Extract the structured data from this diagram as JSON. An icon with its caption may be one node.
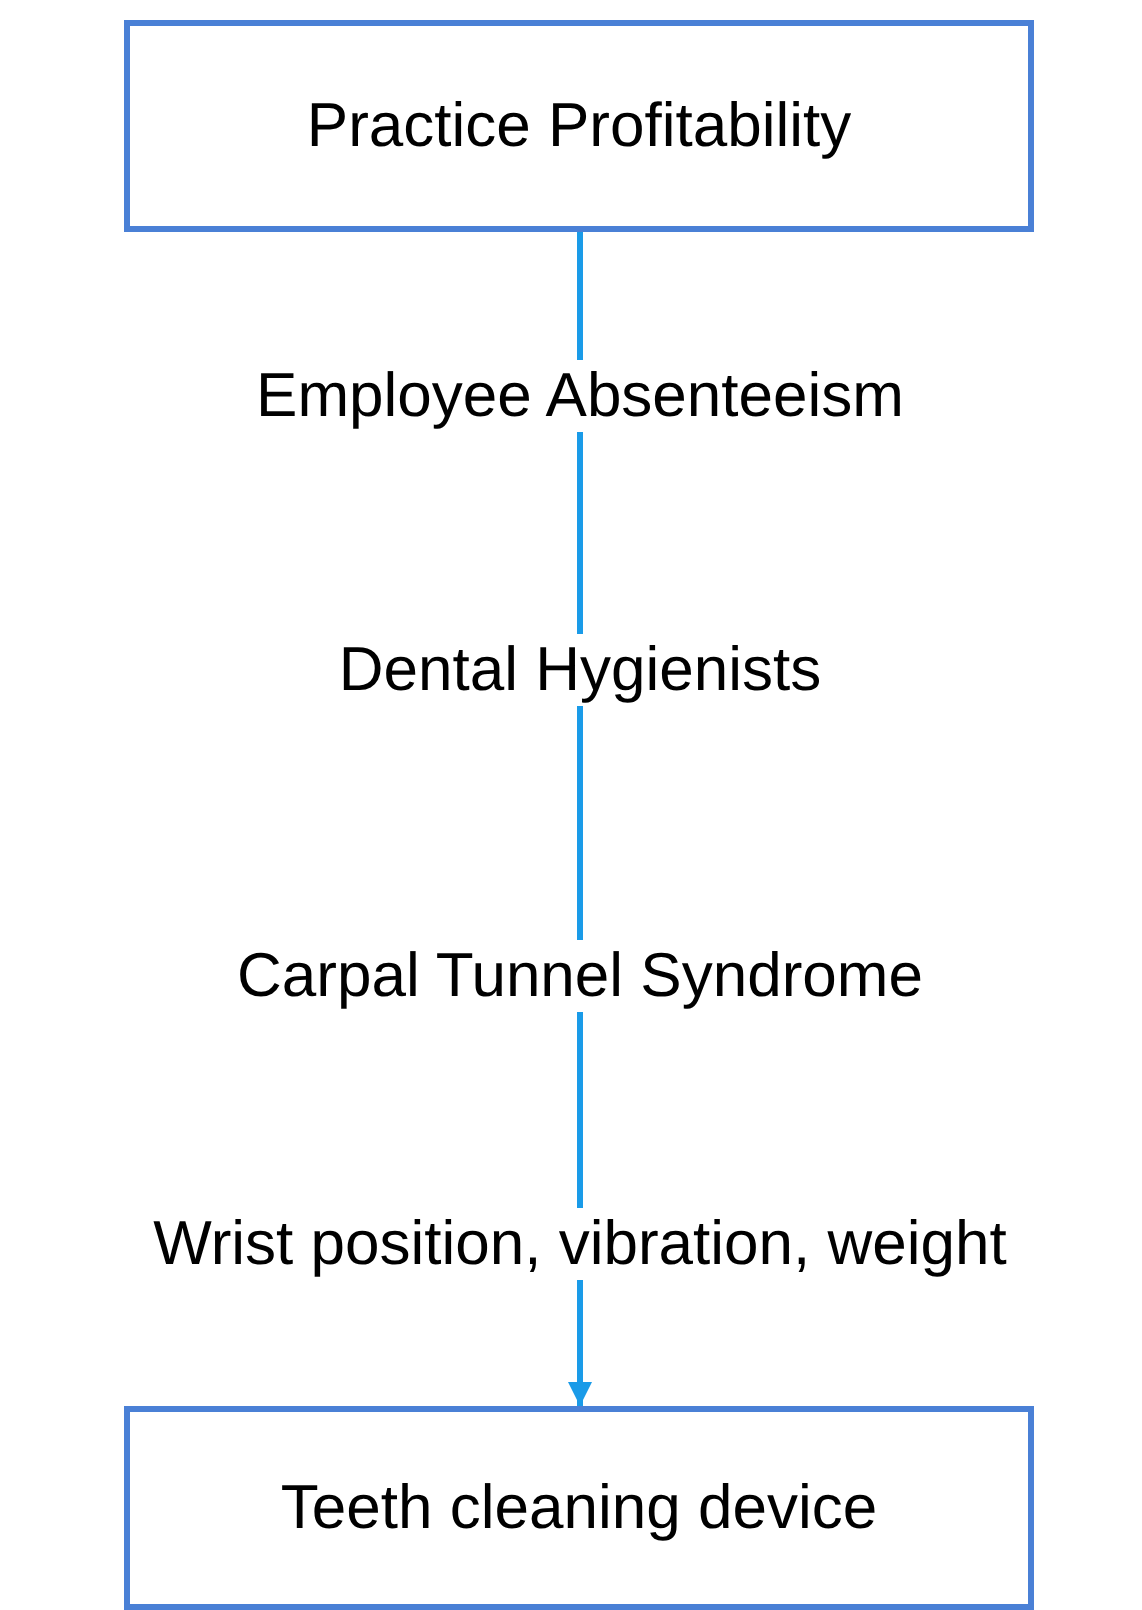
{
  "diagram": {
    "nodes": [
      {
        "text": [
          "Practice Profitability"
        ]
      },
      {
        "text": [
          "Employee Absenteeism"
        ]
      },
      {
        "text": [
          "Dental Hygienists"
        ]
      },
      {
        "text": [
          "Carpal Tunnel Syndrome"
        ]
      },
      {
        "text": [
          "Wrist position, vibration, weight"
        ]
      },
      {
        "text": [
          "Teeth cleaning device"
        ]
      }
    ],
    "edges": [
      {
        "from": 0,
        "to": 1,
        "arrow": "none"
      },
      {
        "from": 1,
        "to": 2,
        "arrow": "none"
      },
      {
        "from": 2,
        "to": 3,
        "arrow": "none"
      },
      {
        "from": 3,
        "to": 4,
        "arrow": "none"
      },
      {
        "from": 4,
        "to": 5,
        "arrow": "to"
      }
    ]
  }
}
